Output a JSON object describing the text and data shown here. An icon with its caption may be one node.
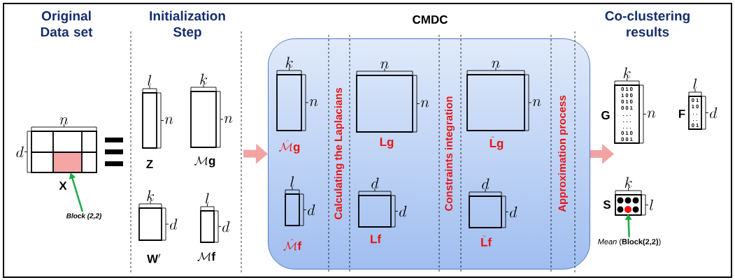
{
  "diagram": {
    "nodes": [
      {
        "text": [],
        "shape": "box",
        "beside": [
          "\\mathbf{X}",
          "n",
          "d"
        ]
      },
      {
        "text": [],
        "shape": "box",
        "in": 0
      },
      {
        "text": [
          "Block (2,2)"
        ]
      },
      {
        "text": [],
        "shape": "box",
        "beside": [
          "\\mathbf{Z}",
          "l",
          "n"
        ]
      },
      {
        "text": [],
        "shape": "box",
        "beside": [
          "\\mathcal{M}\\mathbf{g}",
          "k",
          "n"
        ]
      },
      {
        "text": [],
        "shape": "box",
        "beside": [
          "\\mathbf{W}'",
          "k",
          "d"
        ]
      },
      {
        "text": [],
        "shape": "box",
        "beside": [
          "\\mathcal{M}\\mathbf{f}",
          "l",
          "d"
        ]
      },
      {
        "text": [
          "CMDC",
          "Calculating the Laplacians",
          "Constraints integration",
          "Approximation process"
        ]
      },
      {
        "text": [],
        "shape": "box",
        "in": 7,
        "beside": [
          "\\hat{\\mathcal{M}}\\mathbf{g}",
          "k",
          "n"
        ]
      },
      {
        "text": [],
        "shape": "box",
        "in": 7,
        "beside": [
          "\\hat{\\mathcal{M}}\\mathbf{f}",
          "l",
          "d"
        ]
      },
      {
        "text": [],
        "shape": "box",
        "in": 7,
        "beside": [
          "\\mathbf{Lg}",
          "n",
          "n"
        ]
      },
      {
        "text": [],
        "shape": "box",
        "in": 7,
        "beside": [
          "\\mathbf{Lf}",
          "d",
          "d"
        ]
      },
      {
        "text": [],
        "shape": "box",
        "in": 7,
        "beside": [
          "\\tilde{\\mathbf{L}}\\mathbf{g}",
          "n",
          "n"
        ]
      },
      {
        "text": [],
        "shape": "box",
        "in": 7,
        "beside": [
          "\\tilde{\\mathbf{L}}\\mathbf{f}",
          "d",
          "d"
        ]
      },
      {
        "text": [
          "0 1 0",
          "1 0 0",
          "0 1 0",
          "0 0 1",
          ". . .",
          ". . .",
          ". . .",
          "0 1 0",
          "0 0 1"
        ],
        "beside": [
          "\\mathbf{G}",
          "k",
          "n"
        ]
      },
      {
        "text": [
          "0 1",
          "1 0",
          ". .",
          ". .",
          "0 1"
        ],
        "beside": [
          "\\mathbf{F}",
          "l",
          "d"
        ]
      },
      {
        "text": [],
        "shape": "box",
        "beside": [
          "\\mathbf{S}",
          "k",
          "l"
        ]
      },
      {
        "text": [],
        "shape": "circle",
        "in": 16
      },
      {
        "text": [
          "*Mean* (**Block(2,2)**)"
        ]
      }
    ],
    "edges": [
      {
        "from": 2,
        "to": 1,
        "arrow": "to",
        "color": "#1fa84a"
      },
      {
        "from": 18,
        "to": 17,
        "arrow": "to",
        "color": "#1fa84a"
      },
      {
        "from": null,
        "to": 7,
        "arrow": "to",
        "style": "thick",
        "color": "#f2a3a3"
      },
      {
        "from": 7,
        "to": 14,
        "arrow": "to",
        "style": "thick",
        "color": "#f2a3a3"
      }
    ],
    "labels": [
      "Original Data set",
      "Initialization Step",
      "Co-clustering results"
    ]
  }
}
